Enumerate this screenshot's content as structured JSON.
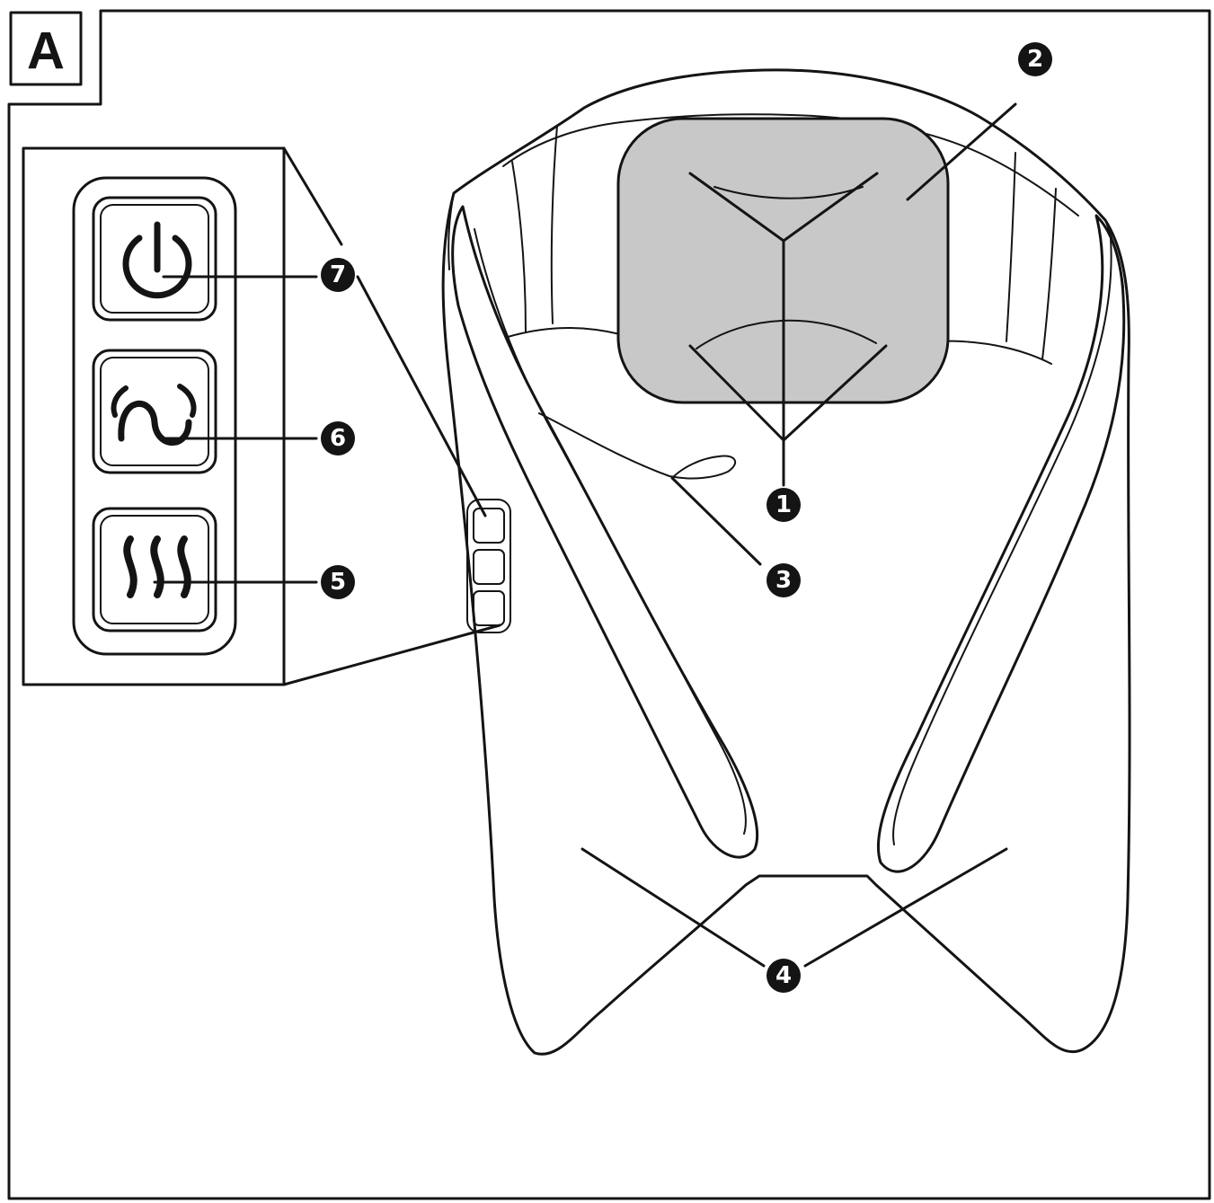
{
  "figure": {
    "panel_letter": "A",
    "callouts": [
      {
        "id": "c1",
        "number": "1"
      },
      {
        "id": "c2",
        "number": "2"
      },
      {
        "id": "c3",
        "number": "3"
      },
      {
        "id": "c4",
        "number": "4"
      },
      {
        "id": "c5",
        "number": "5"
      },
      {
        "id": "c6",
        "number": "6"
      },
      {
        "id": "c7",
        "number": "7"
      }
    ],
    "icons": [
      "power-icon",
      "massage-icon",
      "heat-icon"
    ],
    "colors": {
      "line": "#141414",
      "pad_fill": "#c8c8c8",
      "background": "#ffffff"
    }
  }
}
